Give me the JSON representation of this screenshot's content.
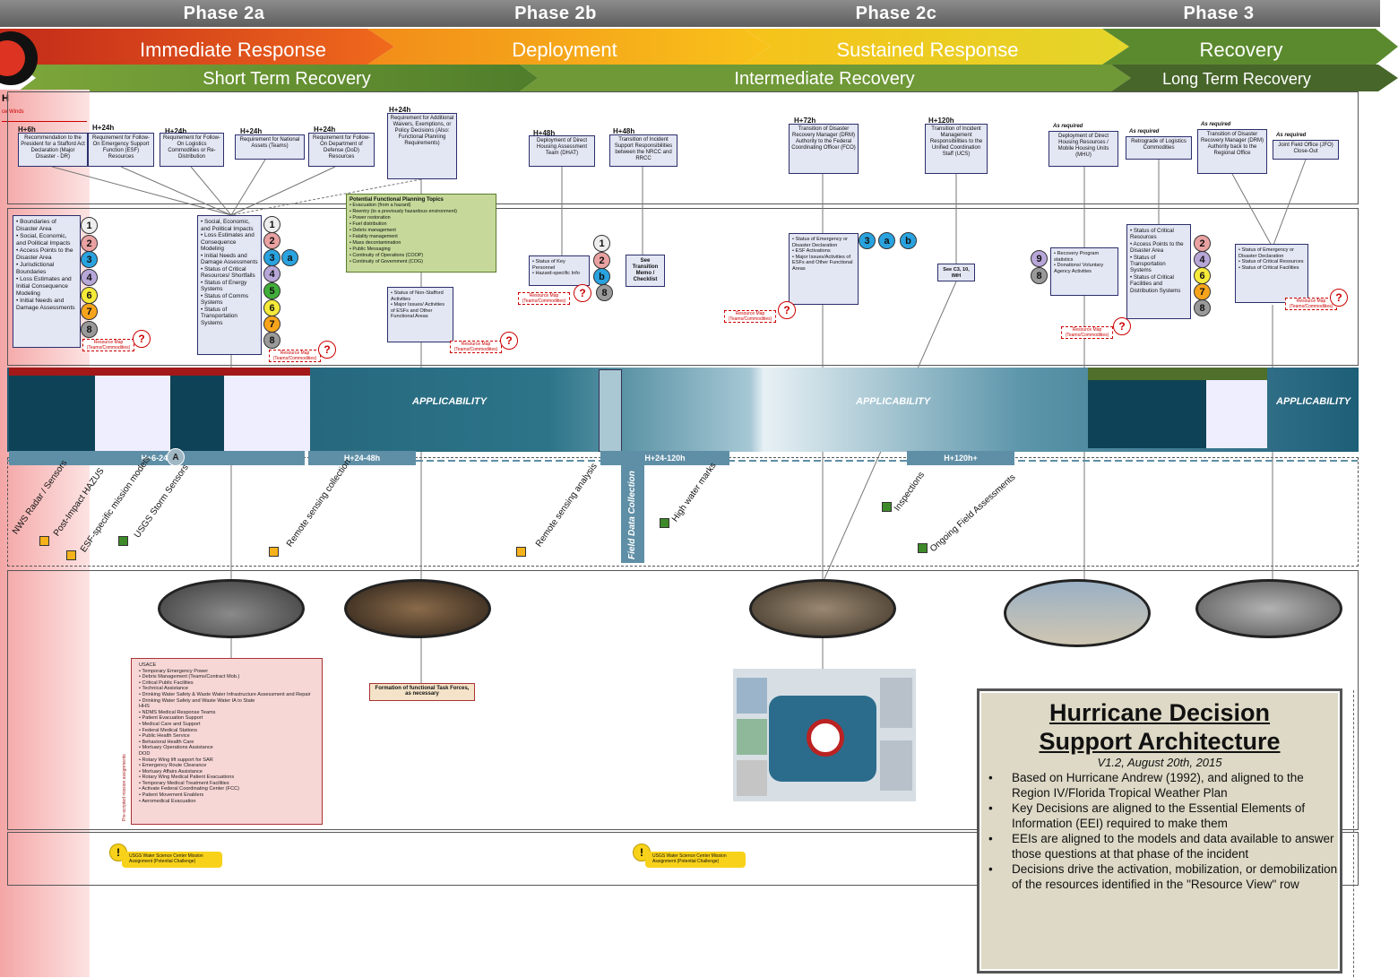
{
  "phases": [
    "Phase 2a",
    "Phase 2b",
    "Phase 2c",
    "Phase 3"
  ],
  "response_arrows": [
    "Immediate Response",
    "Deployment",
    "Sustained Response",
    "Recovery"
  ],
  "recovery_arrows": [
    "Short Term Recovery",
    "Intermediate Recovery",
    "Long Term Recovery"
  ],
  "colors": {
    "red_arrow": "#d9401f",
    "orange_arrow": "#f4a20c",
    "yellow_arrow": "#f7c61e",
    "green_arrow": "#5f8b2f",
    "dark_green": "#4f6f2a",
    "teal": "#10495f"
  },
  "timeline_labels": {
    "h6": "H+6h",
    "h24a": "H+24h",
    "h24b": "H+24h",
    "h24c": "H+24h",
    "h24d": "H+24h",
    "h24e": "H+24h",
    "h48a": "H+48h",
    "h48b": "H+48h",
    "h72": "H+72h",
    "h120": "H+120h",
    "ar1": "As required",
    "ar2": "As required",
    "ar3": "As required",
    "ar4": "As required"
  },
  "decisions": {
    "d1": "Recommendation to the President for a Stafford Act Declaration (Major Disaster - DR)",
    "d2": "Requirement for Follow-On Emergency Support Function (ESF) Resources",
    "d3": "Requirement for Follow-On Logistics Commodities or Re-Distribution",
    "d4": "Requirement for National Assets (Teams)",
    "d5": "Requirement for Follow-On Department of Defense (DoD) Resources",
    "d6": "Requirement for Additional Waivers, Exemptions, or Policy Decisions (Also: Functional Planning Requirements)",
    "d7": "Deployment of Direct Housing Assessment Team (DHAT)",
    "d8": "Transition of Incident Support Responsibilities between the NRCC and RRCC",
    "d9": "Transition of Disaster Recovery Manager (DRM) Authority to the Federal Coordinating Officer (FCO)",
    "d10": "Transition of Incident Management Responsibilities to the Unified Coordination Staff (UCS)",
    "d11": "Deployment of Direct Housing Resources / Mobile Housing Units (MHU)",
    "d12": "Retrograde of Logistics Commodities",
    "d13": "Transition of Disaster Recovery Manager (DRM) Authority back to the Regional Office",
    "d14": "Joint Field Office (JFO) Close-Out"
  },
  "eei": {
    "e1": "• Boundaries of Disaster Area\n• Social, Economic, and Political Impacts\n• Access Points to the Disaster Area\n• Jurisdictional Boundaries\n• Loss Estimates and Initial Consequence Modeling\n• Initial Needs and Damage Assessments",
    "e2": "• Social, Economic, and Political Impacts\n• Loss Estimates and Consequence Modeling\n• Initial Needs and Damage Assessments\n• Status of Critical Resources/ Shortfalls\n• Status of Energy Systems\n• Status of Comms Systems\n• Status of Transportation Systems",
    "e3": "• Status of Non-Stafford Activities\n• Major Issues/ Activities of ESFs and Other Functional Areas",
    "e4": "• Status of Key Personnel\n• Hazard-specific Info",
    "e5": "See Transition Memo / Checklist",
    "e6": "• Status of Emergency or Disaster Declaration\n• ESF Activations\n• Major Issues/Activities of ESFs and Other Functional Areas",
    "e7": "See C3, 10, IMH",
    "e8": "• Recovery Program statistics\n• Donations/ Voluntary Agency Activities",
    "e9": "• Status of Critical Resources\n• Access Points to the Disaster Area\n• Status of Transportation Systems\n• Status of Critical Facilities and Distribution Systems",
    "e10": "• Status of Emergency or Disaster Declaration\n• Status of Critical Resources\n• Status of Critical Facilities"
  },
  "planning": {
    "title": "Potential Functional Planning Topics",
    "items": "• Evacuation (from a hazard)\n• Reentry (to a previously hazardous environment)\n• Power restoration\n• Fuel distribution\n• Debris management\n• Fatality management\n• Mass decontamination\n• Public Messaging\n• Continuity of Operations (COOP)\n• Continuity of Government (COG)"
  },
  "resource_tag": "Resource Map (Teams/Commodities)",
  "applicability": [
    "APPLICABILITY",
    "APPLICABILITY",
    "APPLICABILITY"
  ],
  "time_bands": [
    "H+6-24h",
    "H+24-48h",
    "H+24-120h",
    "H+120h+"
  ],
  "a_marker": "A",
  "field_data": "Field Data Collection",
  "sensors": [
    "NWS Radar / Sensors",
    "Post-Impact HAZUS",
    "ESF-specific mission models",
    "USGS Storm Sensors",
    "Remote sensing collection",
    "Remote sensing analysis",
    "High water marks",
    "Inspections",
    "Ongoing Field Assessments"
  ],
  "usace": {
    "text": "USACE\n• Temporary Emergency Power\n• Debris Management (Teams/Contract Mob.)\n• Critical Public Facilities\n• Technical Assistance\n• Drinking Water Safety & Waste Water Infrastructure Assessment and Repair\n• Drinking Water Safety and Waste Water IA to State\nHHS\n• NDMS Medical Response Teams\n• Patient Evacuation Support\n• Medical Care and Support\n• Federal Medical Stations\n• Public Health Service\n• Behavioral Health Care\n• Mortuary Operations Assistance\nDOD\n• Rotary Wing lift support for SAR\n• Emergency Route Clearance\n• Mortuary Affairs Assistance\n• Rotary Wing Medical Patient Evacuations\n• Temporary Medical Treatment Facilities\n• Activate Federal Coordinating Center (FCC)\n• Patient Movement Enablers\n• Aeromedical Evacuation",
    "side": "Pre-scripted mission assignments"
  },
  "task_force": "Formation of functional Task Forces, as necessary",
  "warning_tags": [
    "USGS Water Science Center Mission Assignment (Potential Challenge)",
    "USGS Water Science Center Mission Assignment (Potential Challenge)"
  ],
  "title_panel": {
    "line1": "Hurricane Decision",
    "line2": "Support Architecture",
    "version": "V1.2, August 20th, 2015",
    "bullets": [
      "Based on Hurricane Andrew (1992), and aligned to the Region IV/Florida Tropical Weather Plan",
      "Key Decisions are aligned to the Essential Elements of Information (EEI) required to make them",
      "EEIs are aligned to the models and data available to answer those questions at that phase of the incident",
      "Decisions drive the activation, mobilization, or demobilization of the resources identified in the \"Resource View\" row"
    ]
  },
  "row_label": "H",
  "side_label": "ce Winds"
}
